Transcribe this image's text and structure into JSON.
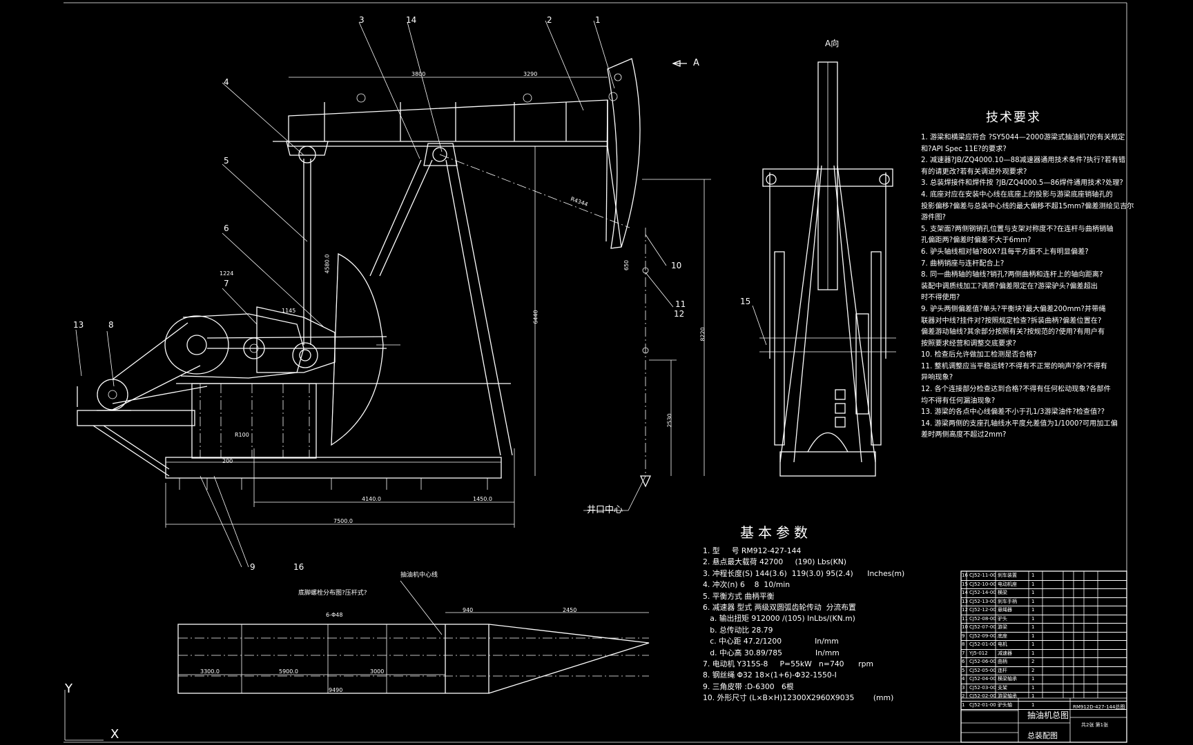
{
  "callouts": [
    "1",
    "2",
    "3",
    "4",
    "5",
    "6",
    "7",
    "8",
    "9",
    "10",
    "11",
    "12",
    "13",
    "14",
    "15",
    "16"
  ],
  "view_labels": {
    "arrow_a": "A",
    "view_a": "A向",
    "well_center": "井口中心"
  },
  "dimensions": {
    "beam_left": "3800",
    "beam_right": "3290",
    "base_left": "4140.0",
    "base_right": "1450.0",
    "base_total": "7500.0",
    "radius": "R4344",
    "height": "6440",
    "h2": "4580.0",
    "h3": "1224",
    "h4": "1145",
    "h5": "8220",
    "h6": "650",
    "h7": "2530",
    "h8": "200",
    "h9": "R100",
    "plan_a": "3300.0",
    "plan_b": "5900.0",
    "plan_c": "3000",
    "plan_d": "940",
    "plan_e": "2450",
    "plan_total": "9490",
    "plan_f": "6-Φ48"
  },
  "plan_labels": {
    "left_note": "底脚螺栓分布图?压杆式?",
    "top_note": "抽油机中心线"
  },
  "tech_requirements": {
    "title": "技术要求",
    "items": [
      "1. 游梁和横梁应符合 ?SY5044—2000游梁式抽油机?的有关规定",
      "和?API   Spec  11E?的要求?",
      "2. 减速器?JB/ZQ4000.10—88减速器通用技术条件?执行?若有错",
      "有的请更改?若有关调进外观要求?",
      "3. 总装焊接件和焊件按 ?JB/ZQ4000.5—86焊件通用技术?处理?",
      "4. 底座对应在安装中心线在底座上的投影与游梁底座销轴孔的",
      "投影偏移?偏差与总装中心线的最大偏移不超15mm?偏差测绘见吉尔",
      "游件图?",
      "5. 支架面?两侧钢销孔位置与支架对称度不?在连杆与曲柄销轴",
      "孔偏距两?偏差时偏差不大于6mm?",
      "6. 驴头轴线相对轴?80X?且每平方面不上有明显偏差?",
      "7. 曲柄销座与连杆配合上?",
      "8. 同一曲柄轴的轴线?销孔?两侧曲柄和连杆上的轴向距离?",
      "装配中调质线加工?调质?偏差限定在?游梁驴头?偏差超出",
      "时不得使用?",
      "9. 驴头两侧偏差值?单头?平衡块?最大偏差200mm?并带绳",
      "联器对中线?挂件对?按照规定检查?拆装曲柄?偏差位置在?",
      "偏差游动轴线?其余部分按照有关?按规范的?使用?有用户有",
      "按照要求经营和调整交底要求?",
      "10. 检查后允许做加工检测是否合格?",
      "11. 整机调整应当平稳运转?不得有不正常的响声?杂?不得有",
      "异响现象?",
      "12. 各个连接部分检查达到合格?不得有任何松动现象?各部件",
      "均不得有任何漏油现象?",
      "13. 游梁的各点中心线偏差不小于孔1/3游梁油件?检查值??",
      "14. 游梁两侧的支座孔轴线水平度允差值为1/1000?可用加工偏",
      "差时两侧高度不超过2mm?"
    ]
  },
  "basic_params": {
    "title": "基本参数",
    "items": [
      "1. 型     号 RM912-427-144",
      "2. 悬点最大载荷 42700     (190) Lbs(KN)",
      "3. 冲程长度(S) 144(3.6)  119(3.0) 95(2.4)      Inches(m)",
      "4. 冲次(n) 6    8  10/min",
      "5. 平衡方式 曲柄平衡",
      "6. 减速器 型式 两级双圆弧齿轮传动  分流布置",
      "   a. 输出扭矩 912000 /(105) InLbs/(KN.m)",
      "   b. 总传动比 28.79",
      "   c. 中心距 47.2/1200              In/mm",
      "   d. 中心高 30.89/785              In/mm",
      "7. 电动机 Y315S-8     P=55kW   n=740      rpm",
      "8. 钢丝绳 Φ32 18×(1+6)-Φ32-1550-I",
      "9. 三角皮带 :D-6300   6根",
      "10. 外形尺寸 (L×B×H)12300X2960X9035        (mm)"
    ]
  },
  "parts_list": [
    {
      "no": "16",
      "code": "CJ52-11-00",
      "name": "刹车装置",
      "qty": "1"
    },
    {
      "no": "15",
      "code": "CJ52-10-00",
      "name": "电动机座",
      "qty": "1"
    },
    {
      "no": "14",
      "code": "CJ52-14-00",
      "name": "横梁",
      "qty": "1"
    },
    {
      "no": "13",
      "code": "CJ52-13-00",
      "name": "刹车手柄",
      "qty": "1"
    },
    {
      "no": "12",
      "code": "CJ52-12-00",
      "name": "悬绳器",
      "qty": "1"
    },
    {
      "no": "11",
      "code": "CJ52-08-00",
      "name": "驴头",
      "qty": "1"
    },
    {
      "no": "10",
      "code": "CJ52-07-00",
      "name": "游梁",
      "qty": "1"
    },
    {
      "no": "9",
      "code": "CJ52-09-00",
      "name": "底座",
      "qty": "1"
    },
    {
      "no": "8",
      "code": "CJ52-01-00",
      "name": "电机",
      "qty": "1"
    },
    {
      "no": "7",
      "code": "YJ5-012",
      "name": "减速器",
      "qty": "1"
    },
    {
      "no": "6",
      "code": "CJ52-06-00",
      "name": "曲柄",
      "qty": "2"
    },
    {
      "no": "5",
      "code": "CJ52-05-00",
      "name": "连杆",
      "qty": "2"
    },
    {
      "no": "4",
      "code": "CJ52-04-00",
      "name": "横梁轴承",
      "qty": "1"
    },
    {
      "no": "3",
      "code": "CJ52-03-00",
      "name": "支架",
      "qty": "1"
    },
    {
      "no": "2",
      "code": "CJ52-02-00",
      "name": "游梁轴承",
      "qty": "1"
    },
    {
      "no": "1",
      "code": "CJ52-01-00",
      "name": "驴头轴",
      "qty": "1"
    }
  ],
  "title_block": {
    "drawing_name": "抽油机总图",
    "drawing_code": "RM912D-427-144总图",
    "sub_name": "总装配图",
    "sheet": "共2张 第1张"
  },
  "ucs": {
    "y": "Y",
    "x": "X"
  }
}
